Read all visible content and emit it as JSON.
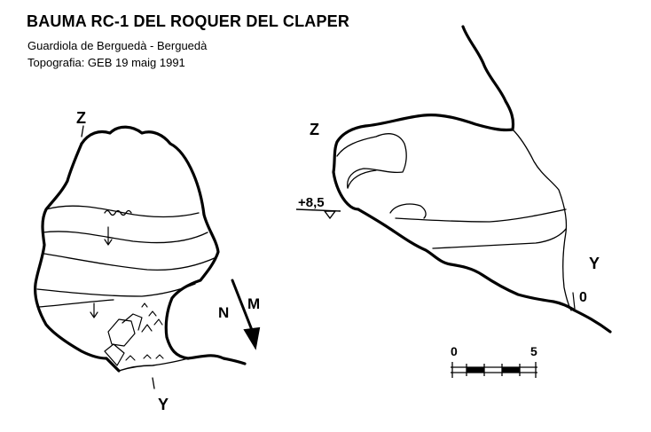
{
  "header": {
    "title": "BAUMA RC-1 DEL ROQUER DEL CLAPER",
    "location": "Guardiola de Berguedà - Berguedà",
    "topography": "Topografia: GEB   19 maig 1991"
  },
  "section_view": {
    "label_top": "Z",
    "label_bottom": "Y"
  },
  "plan_view": {
    "label_left": "Z",
    "label_right": "Y",
    "label_origin": "0",
    "depth_mark": "+8,5"
  },
  "north_arrow": {
    "label_left": "N",
    "label_right": "M"
  },
  "scale_bar": {
    "label_start": "0",
    "label_end": "5"
  }
}
